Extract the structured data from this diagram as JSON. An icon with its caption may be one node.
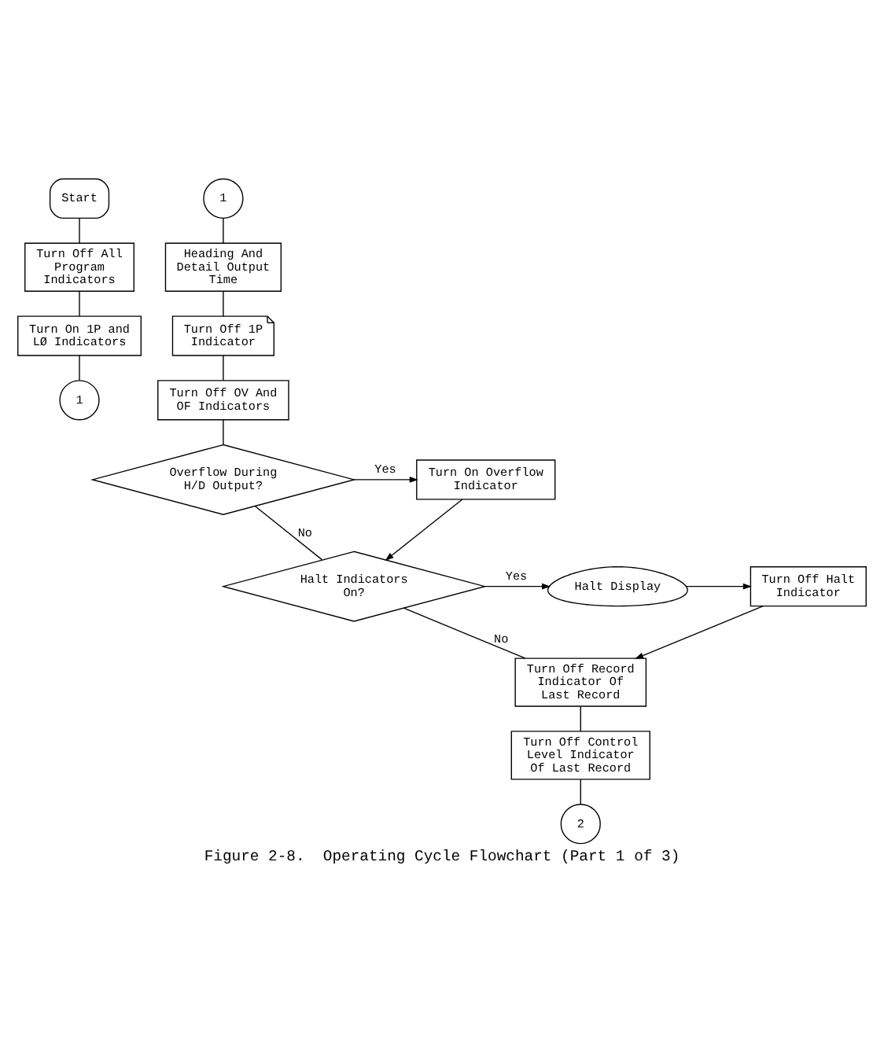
{
  "diagram": {
    "caption": "Figure 2-8.  Operating Cycle Flowchart (Part 1 of 3)",
    "nodes": [
      {
        "text": [
          "Start"
        ]
      },
      {
        "text": [
          "Turn Off All Program Indicators"
        ]
      },
      {
        "text": [
          "Turn On 1P and LØ Indicators"
        ]
      },
      {
        "text": [
          "1"
        ]
      },
      {
        "text": [
          "1"
        ]
      },
      {
        "text": [
          "Heading And Detail Output Time"
        ]
      },
      {
        "text": [
          "Turn Off 1P Indicator"
        ]
      },
      {
        "text": [
          "Turn Off OV And OF Indicators"
        ]
      },
      {
        "text": [
          "Overflow During H/D Output?"
        ]
      },
      {
        "text": [
          "Turn On Overflow Indicator"
        ]
      },
      {
        "text": [
          "Halt Indicators On?"
        ]
      },
      {
        "text": [
          "Halt Display"
        ]
      },
      {
        "text": [
          "Turn Off Halt Indicator"
        ]
      },
      {
        "text": [
          "Turn Off Record Indicator Of Last Record"
        ]
      },
      {
        "text": [
          "Turn Off Control Level Indicator Of Last Record"
        ]
      },
      {
        "text": [
          "2"
        ]
      }
    ],
    "edges": [
      {
        "from": 0,
        "to": 1,
        "arrow": "none"
      },
      {
        "from": 1,
        "to": 2,
        "arrow": "none"
      },
      {
        "from": 2,
        "to": 3,
        "arrow": "none"
      },
      {
        "from": 4,
        "to": 5,
        "arrow": "none"
      },
      {
        "from": 5,
        "to": 6,
        "arrow": "none"
      },
      {
        "from": 6,
        "to": 7,
        "arrow": "none"
      },
      {
        "from": 7,
        "to": 8,
        "arrow": "none"
      },
      {
        "from": 8,
        "to": 9,
        "arrow": "to",
        "label": "Yes"
      },
      {
        "from": 9,
        "to": 10,
        "arrow": "to"
      },
      {
        "from": 8,
        "to": 10,
        "arrow": "none",
        "label": "No"
      },
      {
        "from": 10,
        "to": 11,
        "arrow": "to",
        "label": "Yes"
      },
      {
        "from": 11,
        "to": 12,
        "arrow": "to"
      },
      {
        "from": 12,
        "to": 13,
        "arrow": "to"
      },
      {
        "from": 10,
        "to": 13,
        "arrow": "none",
        "label": "No"
      },
      {
        "from": 13,
        "to": 14,
        "arrow": "none"
      },
      {
        "from": 14,
        "to": 15,
        "arrow": "none"
      }
    ]
  }
}
